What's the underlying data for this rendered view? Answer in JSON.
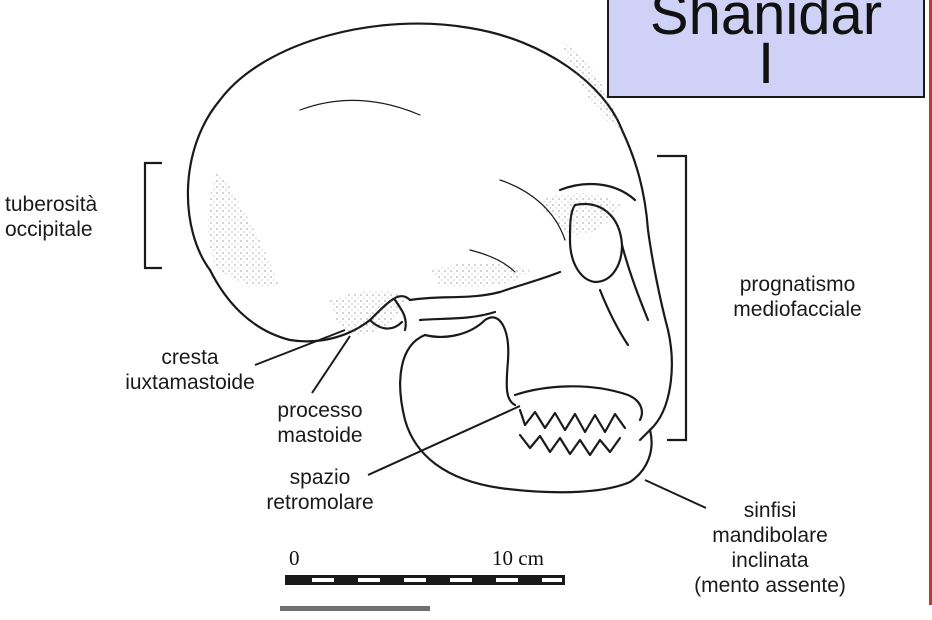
{
  "title": {
    "line1": "Shanidar",
    "line2": "I"
  },
  "labels": {
    "tuberosita": [
      "tuberosità",
      "occipitale"
    ],
    "prognatismo": [
      "prognatismo",
      "mediofacciale"
    ],
    "cresta": [
      "cresta",
      "iuxtamastoide"
    ],
    "processo": [
      "processo",
      "mastoide"
    ],
    "spazio": [
      "spazio",
      "retromolare"
    ],
    "sinfisi": [
      "sinfisi",
      "mandibolare",
      "inclinata",
      "(mento assente)"
    ]
  },
  "scale": {
    "start": "0",
    "end": "10 cm"
  },
  "colors": {
    "title_box": "#cfd2f6",
    "right_border": "#c0392b",
    "ink": "#1a1a1a"
  }
}
